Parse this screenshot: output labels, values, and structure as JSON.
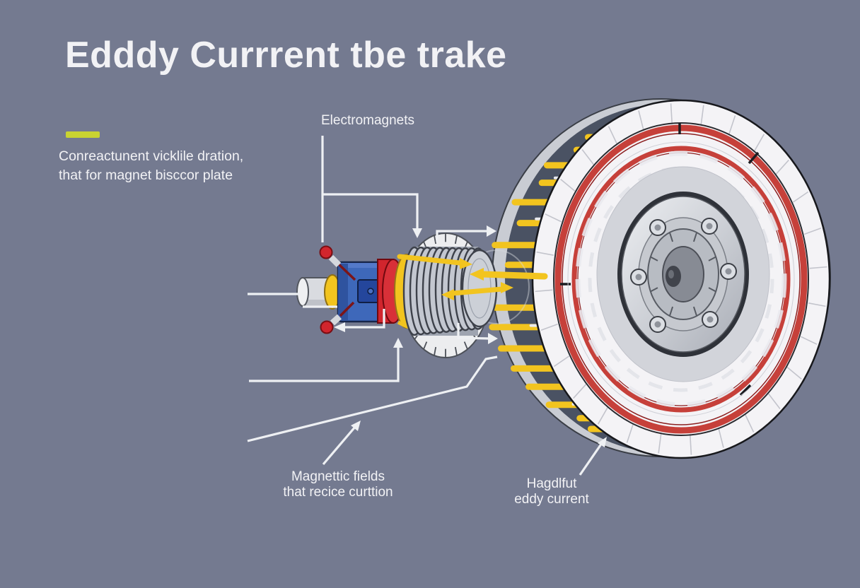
{
  "title": "Edddy Currrent tbe trake",
  "note": {
    "line1": "Conreactunent vicklile dration,",
    "line2": "that for magnet bisccor plate"
  },
  "labels": {
    "electromagnets": "Electromagnets",
    "magnetic_fields_line1": "Magnettic fields",
    "magnetic_fields_line2": "that recice curttion",
    "eddy_current_line1": "Hagdlfut",
    "eddy_current_line2": "eddy current"
  },
  "colors": {
    "background": "#747a90",
    "text": "#f2f2f5",
    "accent_lime": "#c9d331",
    "field_yellow": "#f2c41f",
    "ring_red": "#c6403a",
    "magnet_red": "#d1252d",
    "magnet_blue": "#3e68ba",
    "band_dark": "#4a5263",
    "disc_white": "#f4f3f6",
    "callout_white": "#eef0f3",
    "metal_light": "#c9ccd3"
  }
}
